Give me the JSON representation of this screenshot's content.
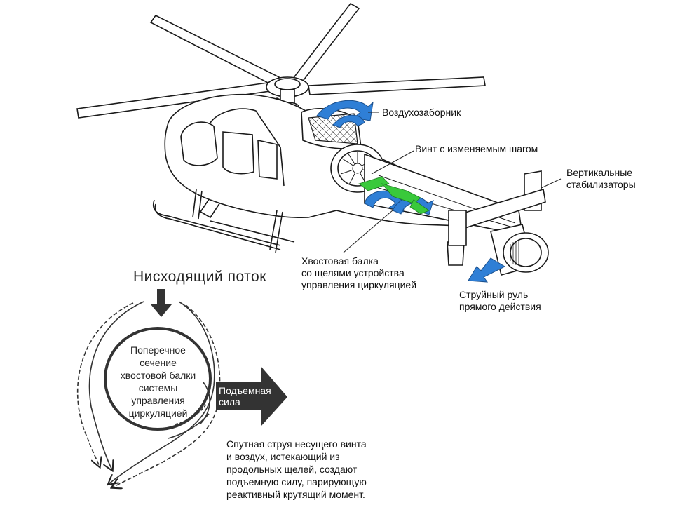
{
  "labels": {
    "air_intake": "Воздухозаборник",
    "variable_pitch_fan": "Винт с изменяемым шагом",
    "vertical_stabilizers": [
      "Вертикальные",
      "стабилизаторы"
    ],
    "tail_boom": [
      "Хвостовая балка",
      "со щелями устройства",
      "управления циркуляцией"
    ],
    "direct_jet_thruster": [
      "Струйный руль",
      "прямого действия"
    ],
    "downwash_title": "Нисходящий поток",
    "cross_section": [
      "Поперечное",
      "сечение",
      "хвостовой балки",
      "системы",
      "управления",
      "циркуляцией"
    ],
    "lift": [
      "Подъемная",
      "сила"
    ],
    "description": [
      "Спутная струя несущего винта",
      "и воздух, истекающий из",
      "продольных щелей, создают",
      "подъемную силу, парирующую",
      "реактивный крутящий момент."
    ]
  },
  "colors": {
    "line": "#1a1a1a",
    "blue_arrow": "#2f7fd6",
    "green_flow": "#39c93b",
    "lift_arrow": "#333333"
  },
  "icons": [
    "helicopter-illustration",
    "down-arrow-icon",
    "lift-arrow-icon",
    "flow-circle-icon"
  ]
}
